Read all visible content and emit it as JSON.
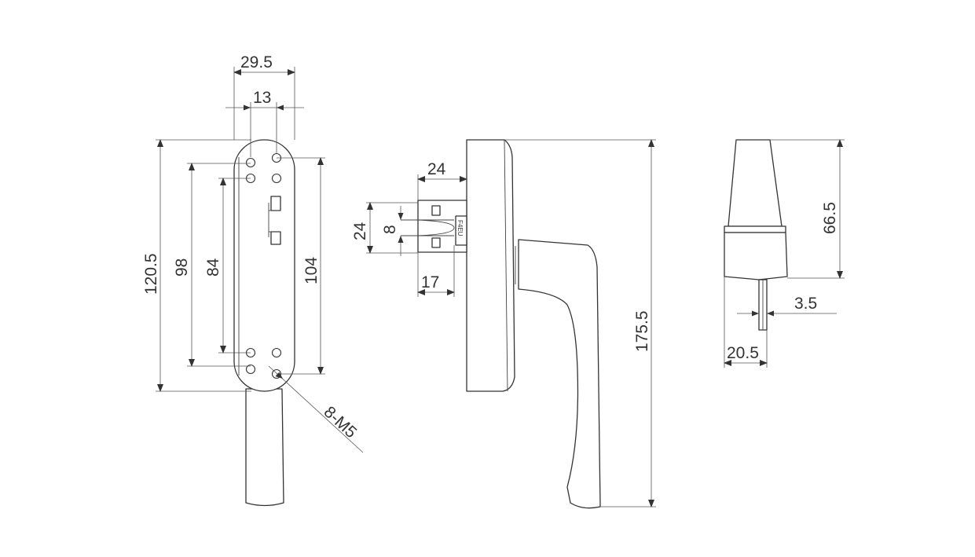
{
  "dimensions": {
    "front_width_outer": "29.5",
    "front_width_inner": "13",
    "front_height_total": "120.5",
    "front_height_outer_holes": "98",
    "front_height_inner_holes": "84",
    "front_height_right": "104",
    "hole_callout": "8-M5",
    "spindle_length": "24",
    "spindle_height": "24",
    "spindle_square": "8",
    "spindle_base": "17",
    "side_height_total": "175.5",
    "end_height": "66.5",
    "end_pin_width": "3.5",
    "end_base_width": "20.5"
  },
  "labels": {
    "spindle_marking": "F4EU"
  },
  "colors": {
    "line": "#333333",
    "background": "#ffffff"
  }
}
